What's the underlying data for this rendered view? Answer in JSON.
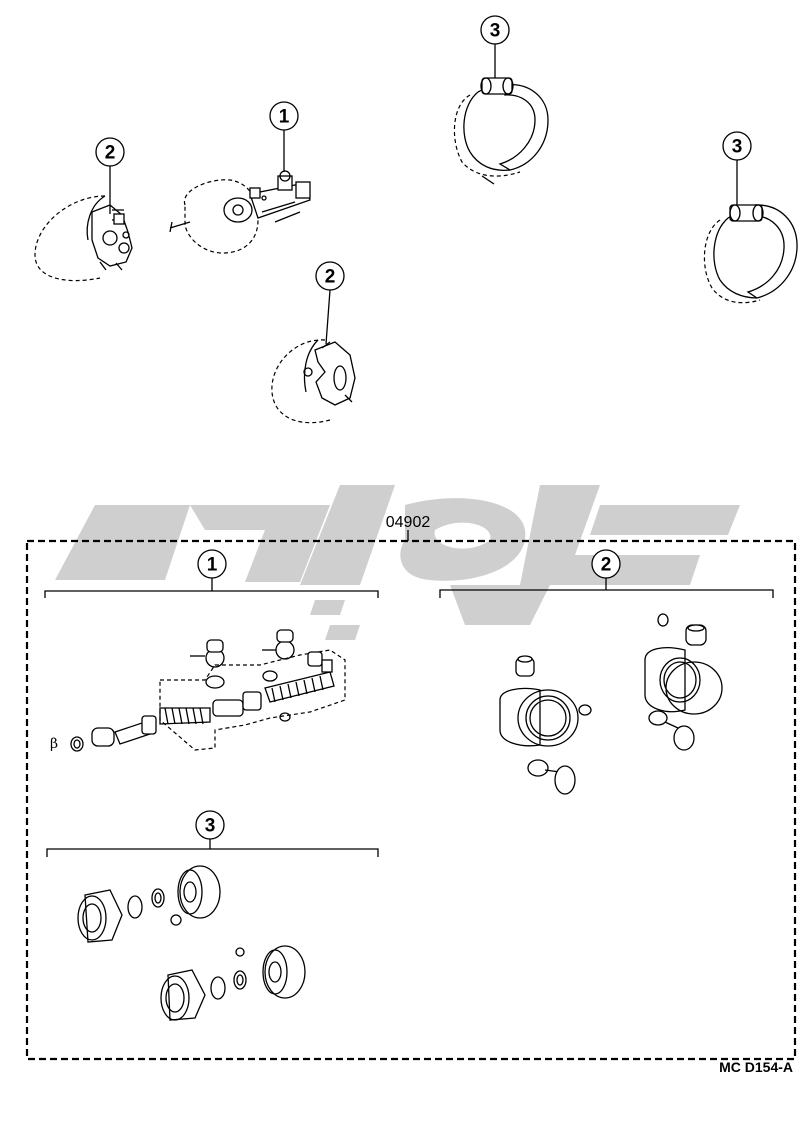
{
  "diagram": {
    "kit_number": "04902",
    "drawing_code": "MC  D154-A",
    "piston_note": "β",
    "callouts": {
      "master_cylinder": "1",
      "front_caliper_left": "2",
      "front_caliper_right": "2",
      "rear_wheel_cylinder_left": "3",
      "rear_wheel_cylinder_right": "3",
      "kit_group_1": "1",
      "kit_group_2": "2",
      "kit_group_3": "3"
    }
  }
}
